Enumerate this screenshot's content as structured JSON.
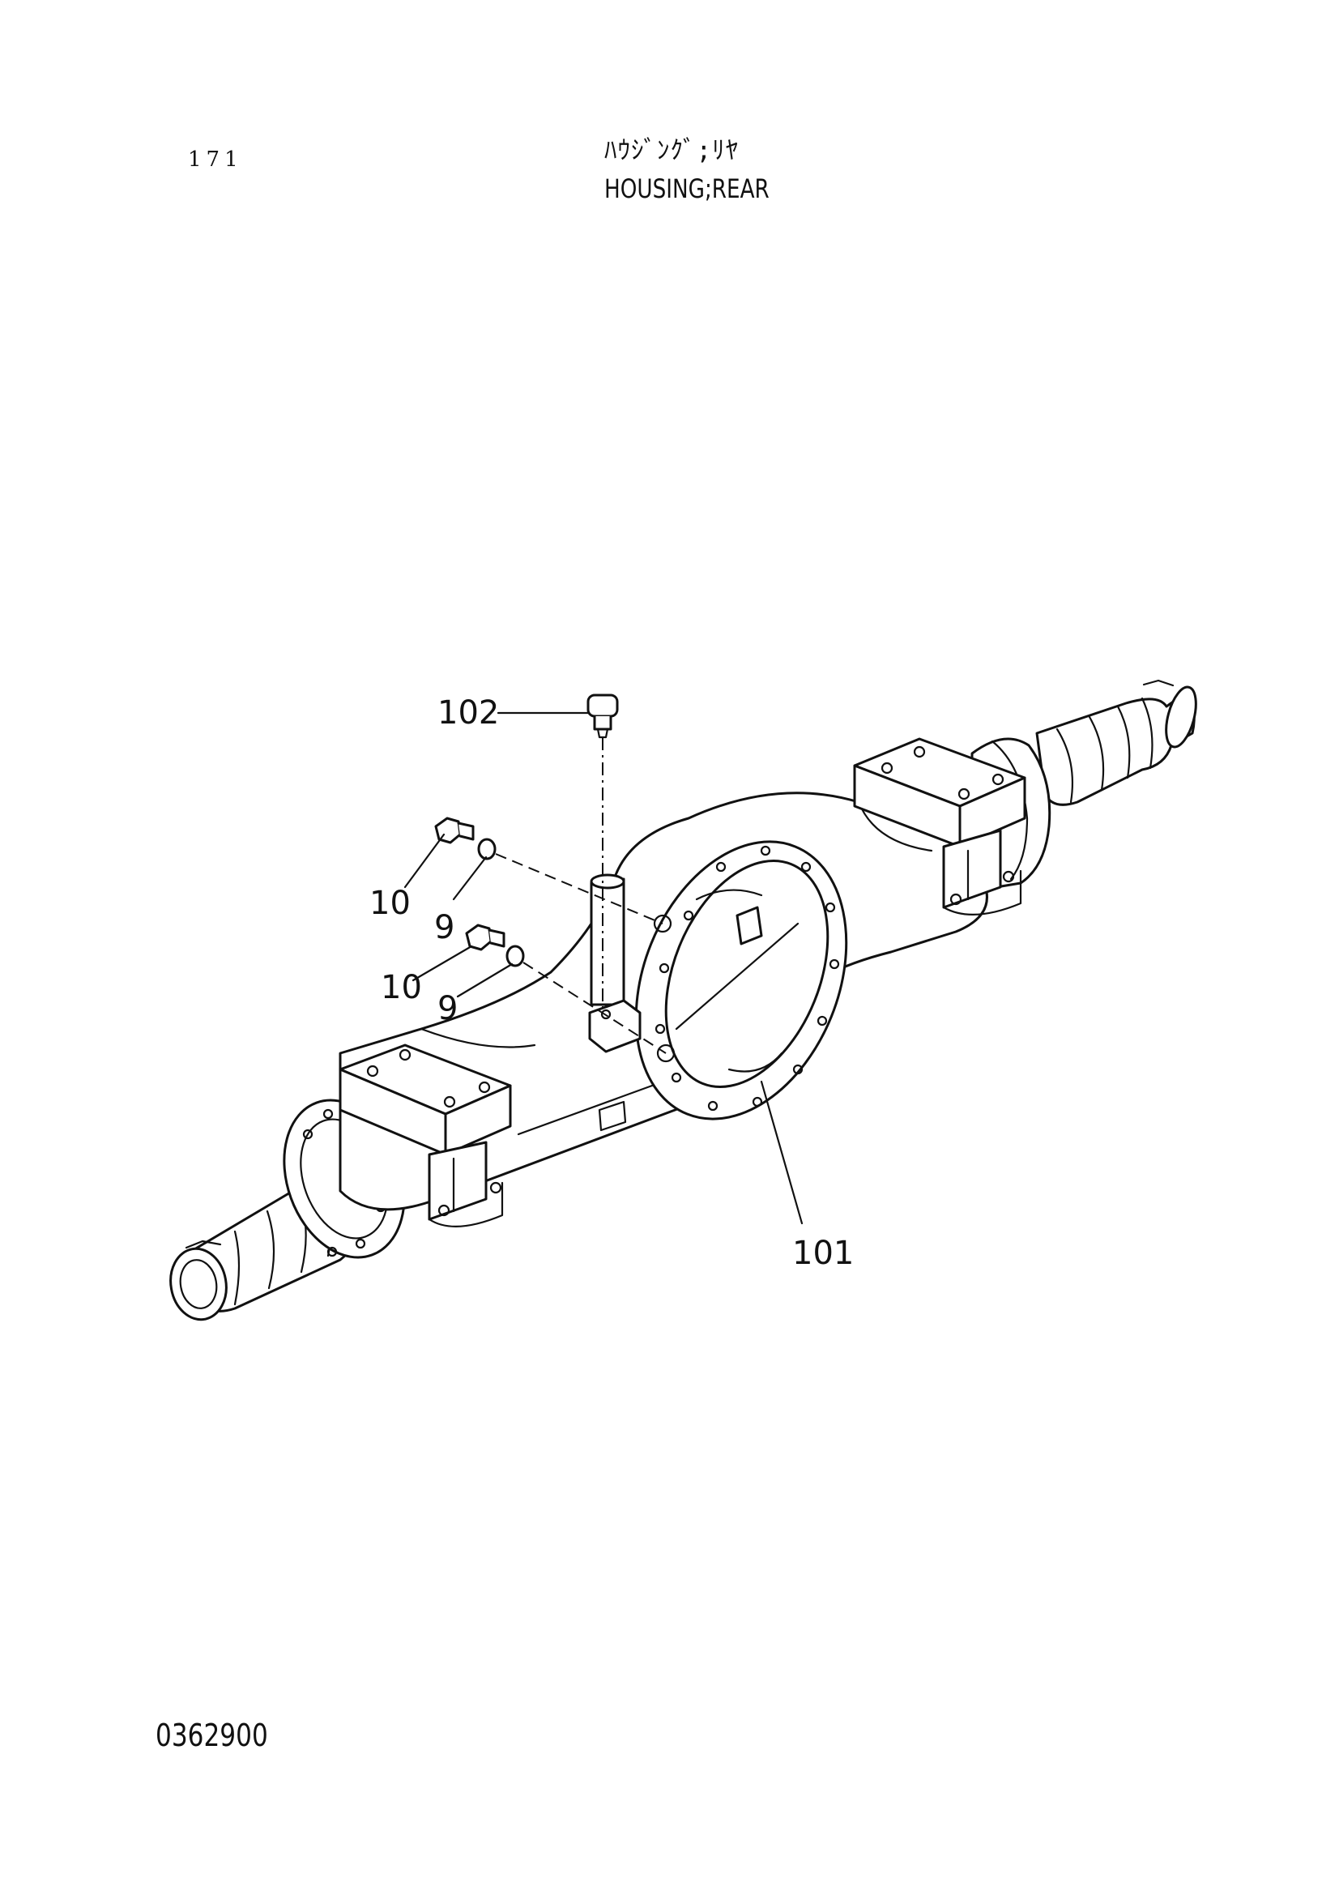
{
  "header": {
    "page_number": "171",
    "title_jp": "ﾊｳｼﾞﾝｸﾞ;ﾘﾔ",
    "title_en": "HOUSING;REAR"
  },
  "footer": {
    "drawing_code": "0362900"
  },
  "callouts": {
    "part_101": "101",
    "part_102": "102",
    "part_10_upper": "10",
    "part_9_upper": "9",
    "part_10_lower": "10",
    "part_9_lower": "9"
  },
  "colors": {
    "ink": "#111111",
    "paper": "#ffffff"
  }
}
